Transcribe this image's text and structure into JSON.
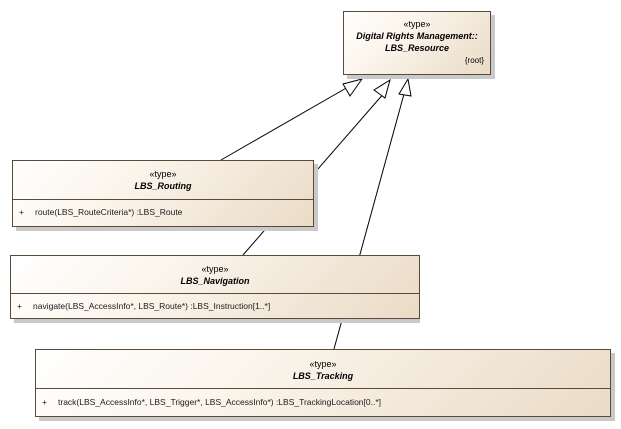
{
  "classes": {
    "resource": {
      "stereotype": "«type»",
      "name_line1": "Digital Rights Management::",
      "name_line2": "LBS_Resource",
      "tag": "{root}"
    },
    "routing": {
      "stereotype": "«type»",
      "name": "LBS_Routing",
      "op_visibility": "+",
      "operation": "route(LBS_RouteCriteria*)  :LBS_Route"
    },
    "navigation": {
      "stereotype": "«type»",
      "name": "LBS_Navigation",
      "op_visibility": "+",
      "operation": "navigate(LBS_AccessInfo*, LBS_Route*)  :LBS_Instruction[1..*]"
    },
    "tracking": {
      "stereotype": "«type»",
      "name": "LBS_Tracking",
      "op_visibility": "+",
      "operation": "track(LBS_AccessInfo*, LBS_Trigger*, LBS_AccessInfo*)  :LBS_TrackingLocation[0..*]"
    }
  },
  "relations": [
    {
      "from": "LBS_Routing",
      "to": "LBS_Resource",
      "kind": "generalization"
    },
    {
      "from": "LBS_Navigation",
      "to": "LBS_Resource",
      "kind": "generalization"
    },
    {
      "from": "LBS_Tracking",
      "to": "LBS_Resource",
      "kind": "generalization"
    }
  ]
}
